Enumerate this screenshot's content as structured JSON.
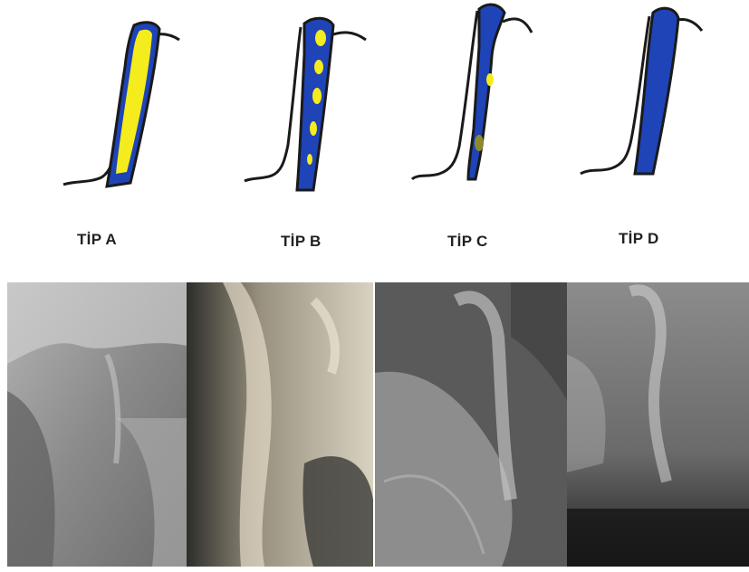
{
  "types": [
    {
      "label": "TİP A",
      "canal_color": "#1e44b8",
      "fill_color": "#f4ec1c",
      "fill_pattern": "continuous"
    },
    {
      "label": "TİP B",
      "canal_color": "#1e44b8",
      "fill_color": "#f4ec1c",
      "fill_pattern": "multiple-segments"
    },
    {
      "label": "TİP C",
      "canal_color": "#1e44b8",
      "fill_color": "#f4ec1c",
      "fill_pattern": "sparse-segments"
    },
    {
      "label": "TİP D",
      "canal_color": "#1e44b8",
      "fill_color": null,
      "fill_pattern": "none"
    }
  ],
  "outline_color": "#1a1a1a",
  "radiographs": [
    {
      "tone": "#8d8d8d"
    },
    {
      "tone": "#9a9280"
    },
    {
      "tone": "#7b7b7b"
    },
    {
      "tone": "#6f6f6f"
    }
  ]
}
